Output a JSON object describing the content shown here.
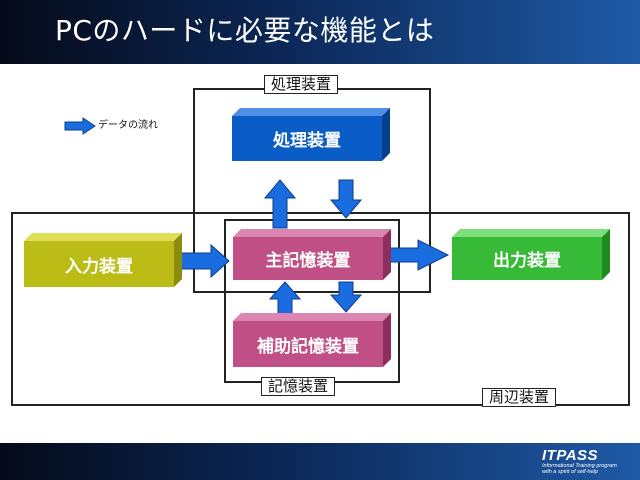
{
  "title": "PCのハードに必要な機能とは",
  "legend": {
    "label": "データの流れ",
    "arrow_color": "#1a6de0"
  },
  "frames": {
    "processing": "処理装置",
    "memory": "記憶装置",
    "peripheral": "周辺装置"
  },
  "boxes": {
    "cpu": {
      "label": "処理装置",
      "color": "#0a5cc6"
    },
    "main": {
      "label": "主記憶装置",
      "color": "#c04f86"
    },
    "aux": {
      "label": "補助記憶装置",
      "color": "#c04f86"
    },
    "input": {
      "label": "入力装置",
      "color": "#bcbc16"
    },
    "output": {
      "label": "出力装置",
      "color": "#37ba37"
    }
  },
  "logo": {
    "name": "ITPASS",
    "tagline_1": "Informational Training program",
    "tagline_2": "with a spirit of self-help"
  }
}
